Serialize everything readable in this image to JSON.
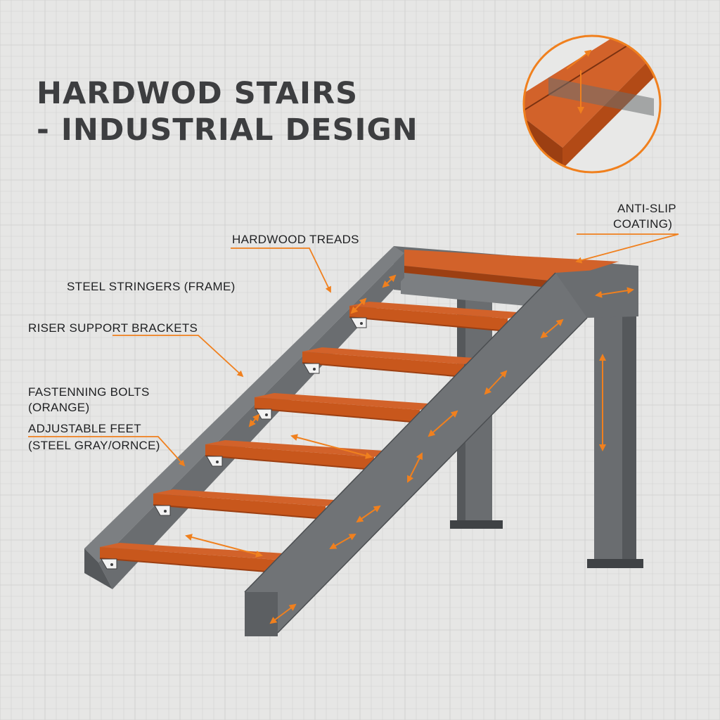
{
  "title": {
    "line1": "HARDWOD STAIRS",
    "line2": "- INDUSTRIAL DESIGN"
  },
  "labels": {
    "hardwood_treads": "HARDWOOD TREADS",
    "anti_slip_line1": "ANTI-SLIP",
    "anti_slip_line2": "COATING)",
    "steel_stringers": "STEEL STRINGERS (FRAME)",
    "riser_brackets": "RISER SUPPORT BRACKETS",
    "bolts_line1": "FASTENNING BOLTS",
    "bolts_line2": "(ORANGE)",
    "feet_line1": "ADJUSTABLE FEET",
    "feet_line2": "(STEEL GRAY/ORNCE)"
  },
  "colors": {
    "background": "#e6e6e5",
    "steel": "#6a6d70",
    "steel_dark": "#4b4e51",
    "steel_light": "#7c7f82",
    "wood": "#c8571c",
    "wood_top": "#d2622a",
    "wood_edge": "#9c3f12",
    "accent_orange": "#f0801e",
    "text": "#1f2022"
  }
}
